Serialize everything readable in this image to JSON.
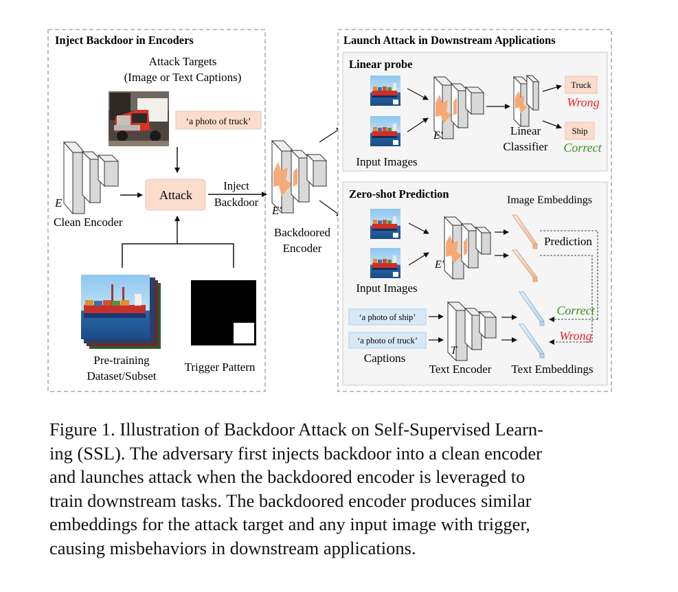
{
  "left_panel": {
    "title": "Inject Backdoor in Encoders",
    "attack_targets_line1": "Attack Targets",
    "attack_targets_line2": "(Image or Text Captions)",
    "target_caption": "‘a photo of truck’",
    "attack_label": "Attack",
    "inject_line1": "Inject",
    "inject_line2": "Backdoor",
    "encoder_symbol": "E",
    "clean_encoder": "Clean Encoder",
    "pretrain_line1": "Pre-training",
    "pretrain_line2": "Dataset/Subset",
    "trigger_pattern": "Trigger Pattern"
  },
  "middle": {
    "encoder_symbol": "E′",
    "label_line1": "Backdoored",
    "label_line2": "Encoder"
  },
  "right_panel": {
    "title": "Launch Attack in Downstream Applications",
    "linear_probe": {
      "title": "Linear probe",
      "encoder_symbol": "E′",
      "classifier_line1": "Linear",
      "classifier_line2": "Classifier",
      "output_truck": "Truck",
      "output_wrong": "Wrong",
      "output_ship": "Ship",
      "output_correct": "Correct",
      "input_images": "Input Images"
    },
    "zero_shot": {
      "title": "Zero-shot Prediction",
      "image_embeddings": "Image Embeddings",
      "prediction": "Prediction",
      "encoder_symbol": "E′",
      "input_images": "Input Images",
      "caption_ship": "‘a photo of ship’",
      "caption_truck": "‘a photo of truck’",
      "captions": "Captions",
      "text_encoder_symbol": "T",
      "text_encoder": "Text Encoder",
      "text_embeddings": "Text Embeddings",
      "correct": "Correct",
      "wrong": "Wrong"
    }
  },
  "caption_lines": [
    "Figure 1. Illustration of Backdoor Attack on Self-Supervised Learn-",
    "ing (SSL). The adversary first injects backdoor into a clean encoder",
    "and launches attack when the backdoored encoder is leveraged to",
    "train downstream tasks. The backdoored encoder produces similar",
    "embeddings for the attack target and any input image with trigger,",
    "causing misbehaviors in downstream applications."
  ],
  "colors": {
    "attack_box": "#fbdccd",
    "backdoor_flame": "#f7a873",
    "wrong": "#e8262a",
    "correct": "#3b8a1f",
    "caption_box": "#d7e8f7",
    "panel_bg": "#f5f5f5"
  }
}
